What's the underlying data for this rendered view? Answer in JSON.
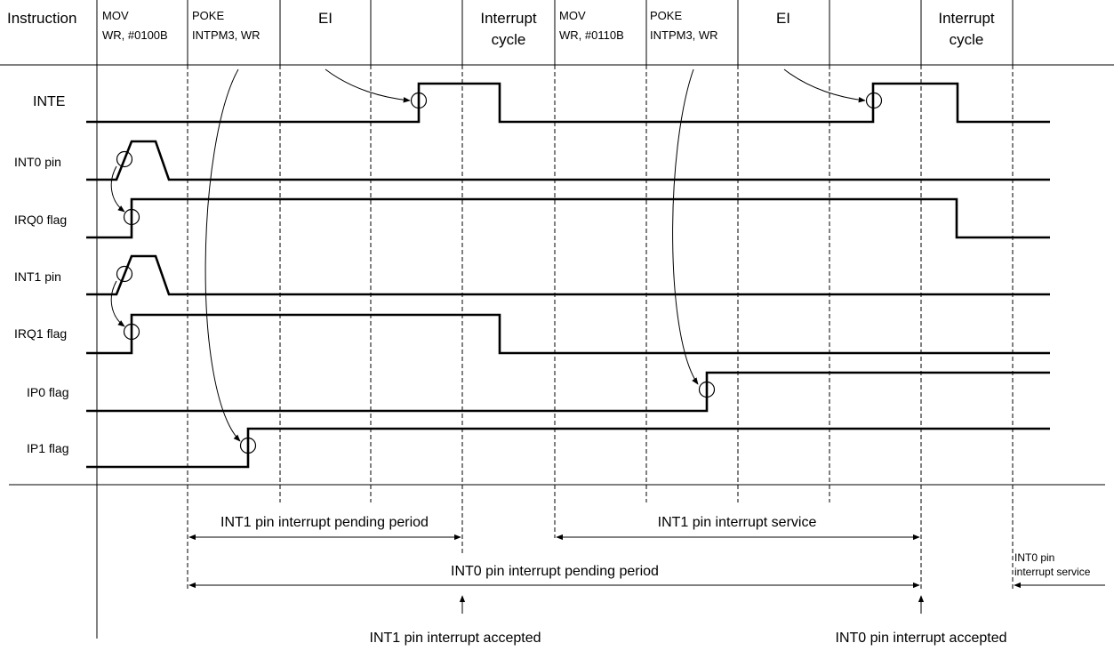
{
  "header": {
    "instruction_label": "Instruction",
    "col1_l1": "MOV",
    "col1_l2": "WR, #0100B",
    "col2_l1": "POKE",
    "col2_l2": "INTPM3, WR",
    "col3": "EI",
    "col5_l1": "Interrupt",
    "col5_l2": "cycle",
    "col6_l1": "MOV",
    "col6_l2": "WR, #0110B",
    "col7_l1": "POKE",
    "col7_l2": "INTPM3, WR",
    "col8": "EI",
    "col10_l1": "Interrupt",
    "col10_l2": "cycle"
  },
  "signals": {
    "inte": "INTE",
    "int0": "INT0 pin",
    "irq0": "IRQ0 flag",
    "int1": "INT1 pin",
    "irq1": "IRQ1 flag",
    "ip0": "IP0 flag",
    "ip1": "IP1 flag"
  },
  "annotations": {
    "int1_pending": "INT1 pin interrupt pending period",
    "int1_service": "INT1 pin interrupt service",
    "int0_pending": "INT0 pin interrupt pending period",
    "int0_service_l1": "INT0 pin",
    "int0_service_l2": "interrupt service",
    "int1_accepted": "INT1 pin interrupt accepted",
    "int0_accepted": "INT0 pin interrupt accepted"
  }
}
